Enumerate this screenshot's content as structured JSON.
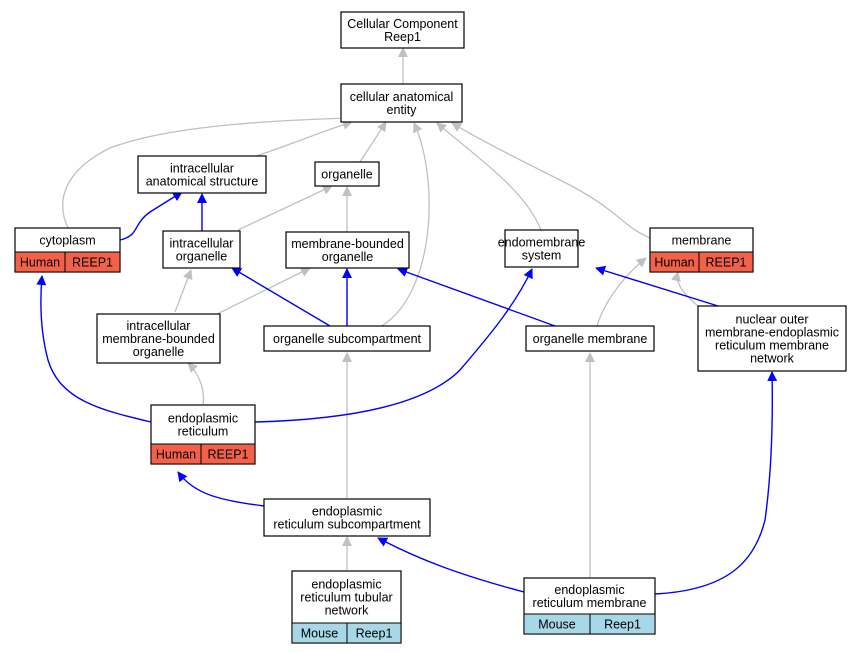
{
  "colors": {
    "is_a_edge": "#c0c0c0",
    "part_of_edge": "#0000ff",
    "human_tag": "#f4614a",
    "mouse_tag": "#a8d8e8"
  },
  "nodes": {
    "root": {
      "lines": [
        "Cellular Component",
        "Reep1"
      ]
    },
    "cae": {
      "lines": [
        "cellular anatomical",
        "entity"
      ]
    },
    "ias": {
      "lines": [
        "intracellular",
        "anatomical structure"
      ]
    },
    "org": {
      "lines": [
        "organelle"
      ]
    },
    "cyto": {
      "lines": [
        "cytoplasm"
      ],
      "tags": [
        "Human",
        "REEP1"
      ]
    },
    "io": {
      "lines": [
        "intracellular",
        "organelle"
      ]
    },
    "mbo": {
      "lines": [
        "membrane-bounded",
        "organelle"
      ]
    },
    "es": {
      "lines": [
        "endomembrane",
        "system"
      ]
    },
    "mem": {
      "lines": [
        "membrane"
      ],
      "tags": [
        "Human",
        "REEP1"
      ]
    },
    "imbo": {
      "lines": [
        "intracellular",
        "membrane-bounded",
        "organelle"
      ]
    },
    "osc": {
      "lines": [
        "organelle subcompartment"
      ]
    },
    "om": {
      "lines": [
        "organelle membrane"
      ]
    },
    "noer": {
      "lines": [
        "nuclear outer",
        "membrane-endoplasmic",
        "reticulum membrane",
        "network"
      ]
    },
    "er": {
      "lines": [
        "endoplasmic",
        "reticulum"
      ],
      "tags": [
        "Human",
        "REEP1"
      ]
    },
    "ersc": {
      "lines": [
        "endoplasmic",
        "reticulum subcompartment"
      ]
    },
    "ertn": {
      "lines": [
        "endoplasmic",
        "reticulum tubular",
        "network"
      ],
      "tags": [
        "Mouse",
        "Reep1"
      ]
    },
    "erm": {
      "lines": [
        "endoplasmic",
        "reticulum membrane"
      ],
      "tags": [
        "Mouse",
        "Reep1"
      ]
    }
  }
}
